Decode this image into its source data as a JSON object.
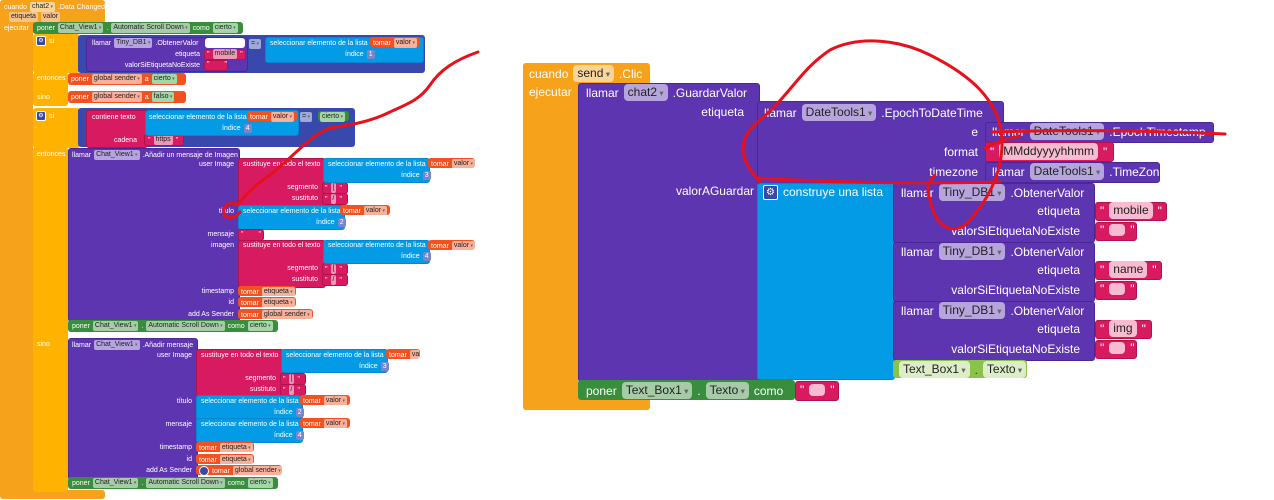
{
  "w": {
    "cuando": "cuando",
    "ejecutar": "ejecutar",
    "poner": "poner",
    "como": "como",
    "cierto": "cierto",
    "falso": "falso",
    "si": "si",
    "entonces": "entonces",
    "sino": "sino",
    "llamar": "llamar",
    "tomar": "tomar",
    "valor": "valor",
    "etiqueta": "etiqueta",
    "indice": "índice",
    "a": "a",
    "dot": ".",
    "eq": "=",
    "seleccionar": "seleccionar elemento de la lista",
    "sustituye": "sustituye en todo el texto",
    "segmento": "segmento",
    "sustituto": "sustituto",
    "valorSi": "valorSiEtiquetaNoExiste",
    "contiene": "contiene  texto",
    "cadena": "cadena",
    "user_image": "user Image",
    "titulo": "título",
    "mensaje": "mensaje",
    "imagen": "imagen",
    "timestamp": "timestamp",
    "id": "id",
    "add_as_sender": "add As Sender",
    "global_sender": "global sender",
    "obtener": ".ObtenerValor",
    "empty": "",
    "q": "\""
  },
  "comp": {
    "chat2": "chat2",
    "chat_view": "Chat_View1",
    "tiny": "Tiny_DB1",
    "auto_scroll": "Automatic Scroll Down",
    "send": "send",
    "datetools": "DateTools1",
    "textbox": "Text_Box1",
    "texto": "Texto"
  },
  "left": {
    "event": ".Data Changed",
    "add_img": ".Añadir un mensaje de Imagen",
    "add_msg": ".Añadir mensaje",
    "mobile": "mobile",
    "https": "https",
    "seg": "[",
    "sus": "/",
    "idx": [
      "1",
      "4",
      "3",
      "2",
      "4",
      "3",
      "2",
      "4"
    ]
  },
  "right": {
    "event": ".Clic",
    "guardar": ".GuardarValor",
    "etiqueta": "etiqueta",
    "valorAGuardar": "valorAGuardar",
    "epoch2dt": ".EpochToDateTime",
    "e": "e",
    "format": "format",
    "timezone": "timezone",
    "epoch": ".EpochTimestamp",
    "format_value": "MMddyyyyhhmm",
    "tzid": ".TimeZoneID",
    "lista": "construye una lista",
    "keys": [
      "mobile",
      "name",
      "img"
    ]
  }
}
